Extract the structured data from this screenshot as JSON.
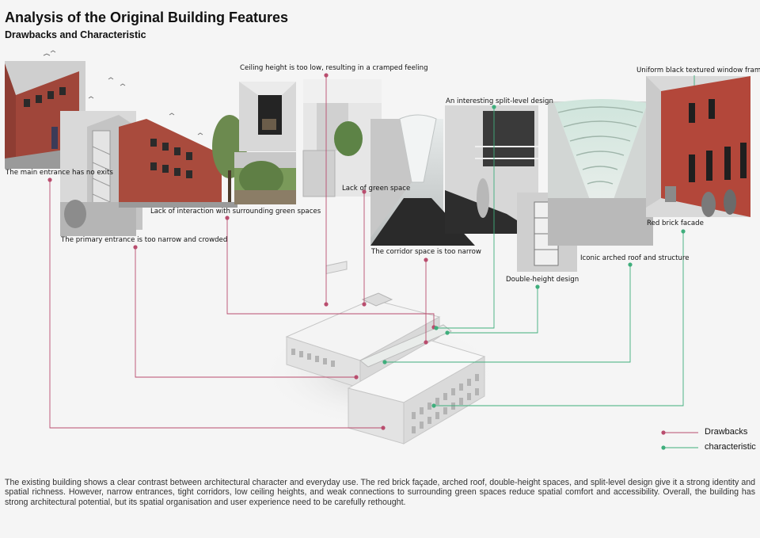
{
  "header": {
    "title": "Analysis of the Original Building Features",
    "subtitle": "Drawbacks and Characteristic"
  },
  "colors": {
    "drawback": "#b94d6e",
    "characteristic": "#3fae7c",
    "brick": "#b3473a"
  },
  "callouts": {
    "drawbacks": [
      "The main entrance has no exits",
      "The primary entrance is too narrow and crowded",
      "Lack of interaction with surrounding green spaces",
      "Ceiling height is too low, resulting in a cramped feeling",
      "Lack of green space",
      "The corridor space is too narrow"
    ],
    "characteristics": [
      "An interesting split-level design",
      "Double-height design",
      "Iconic arched roof and structure",
      "Red brick facade",
      "Uniform black textured window frames"
    ]
  },
  "legend": {
    "drawbacks": "Drawbacks",
    "characteristic": "characteristic"
  },
  "summary": "The existing building shows a clear contrast between architectural character and everyday use. The red brick façade, arched roof, double-height spaces, and split-level design give it a strong identity and spatial richness. However, narrow entrances, tight corridors, low ceiling heights, and weak connections to surrounding green spaces reduce spatial comfort and accessibility. Overall, the building has strong architectural potential, but its spatial organisation and user experience need to be carefully rethought."
}
